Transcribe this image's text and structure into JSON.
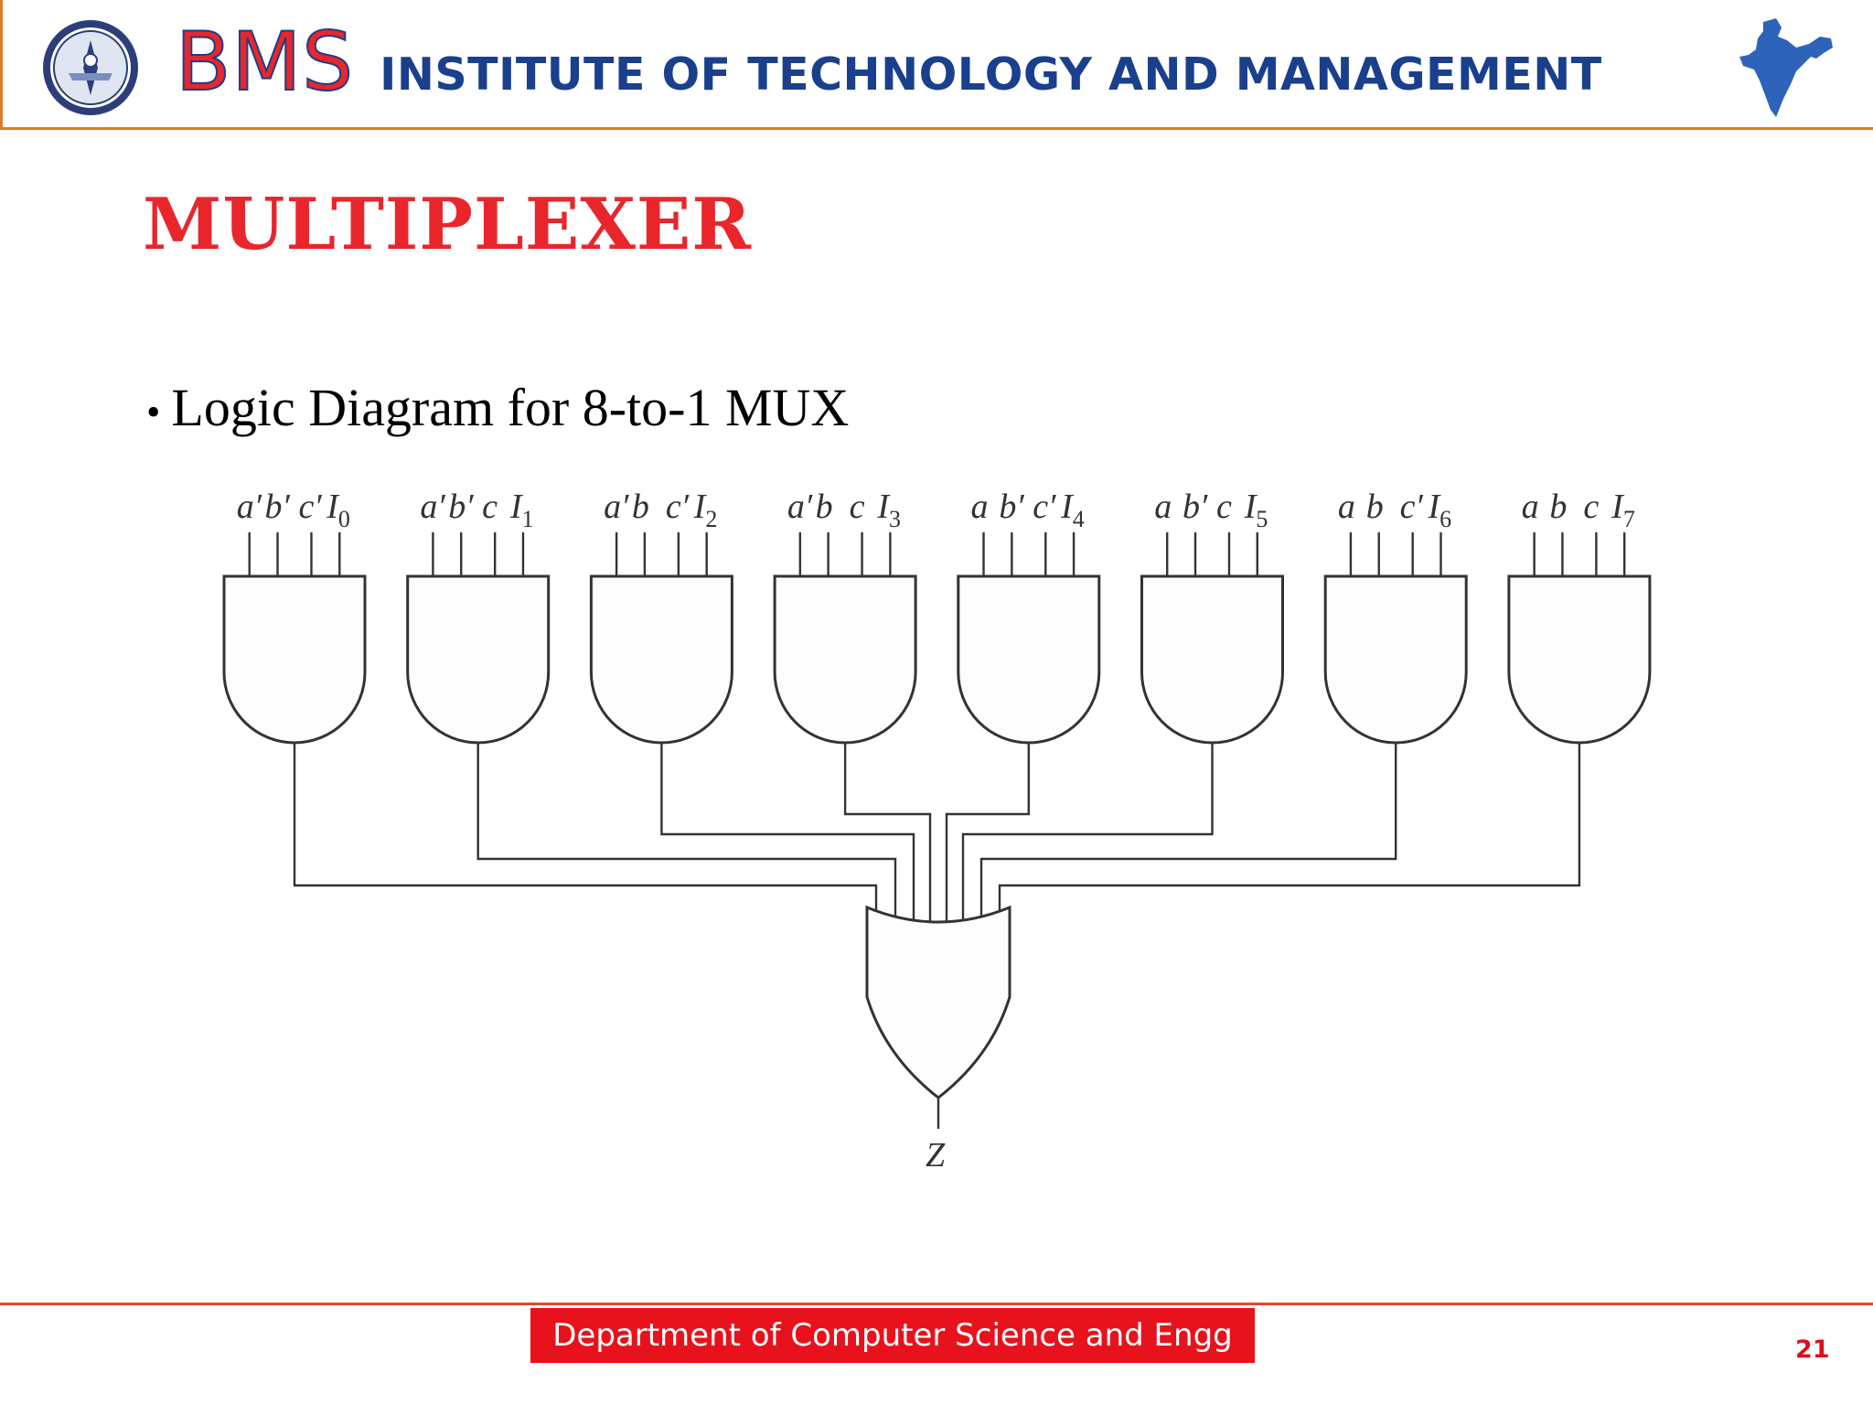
{
  "header": {
    "brand_short": "BMS",
    "brand_long": "INSTITUTE OF TECHNOLOGY AND MANAGEMENT",
    "logo_icon": "institute-seal-icon",
    "map_icon": "india-map-icon",
    "colors": {
      "accent_red": "#e8262b",
      "brand_blue": "#1a3f8c",
      "rule_orange": "#e07b2c"
    }
  },
  "slide": {
    "title": "MULTIPLEXER",
    "bullet": "Logic Diagram for 8-to-1 MUX"
  },
  "diagram": {
    "and_gates": [
      {
        "inputs": [
          "a′",
          "b′",
          "c′"
        ],
        "data_input": "I",
        "index": "0"
      },
      {
        "inputs": [
          "a′",
          "b′",
          "c"
        ],
        "data_input": "I",
        "index": "1"
      },
      {
        "inputs": [
          "a′",
          "b",
          "c′"
        ],
        "data_input": "I",
        "index": "2"
      },
      {
        "inputs": [
          "a′",
          "b",
          "c"
        ],
        "data_input": "I",
        "index": "3"
      },
      {
        "inputs": [
          "a",
          "b′",
          "c′"
        ],
        "data_input": "I",
        "index": "4"
      },
      {
        "inputs": [
          "a",
          "b′",
          "c"
        ],
        "data_input": "I",
        "index": "5"
      },
      {
        "inputs": [
          "a",
          "b",
          "c′"
        ],
        "data_input": "I",
        "index": "6"
      },
      {
        "inputs": [
          "a",
          "b",
          "c"
        ],
        "data_input": "I",
        "index": "7"
      }
    ],
    "or_gate_output": "Z"
  },
  "footer": {
    "department": "Department of Computer Science and Engg",
    "page_number": "21"
  }
}
